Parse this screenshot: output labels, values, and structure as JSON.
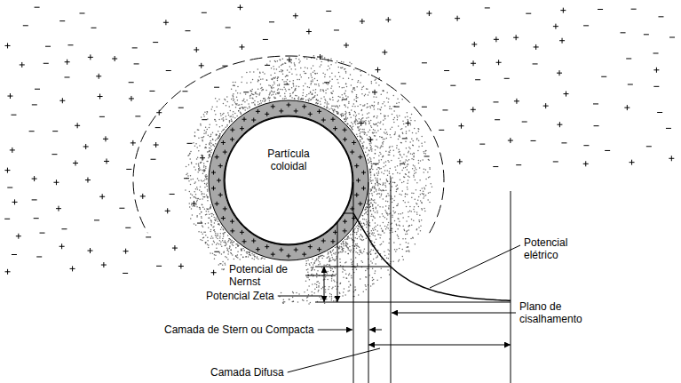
{
  "diagram": {
    "nodes": [
      {
        "text": [
          "Partícula coloidal"
        ]
      }
    ],
    "labels": [
      "Potencial de Nernst",
      "Potencial elétrico",
      "Potencial Zeta",
      "Plano de cisalhamento",
      "Camada de Stern ou Compacta",
      "Camada Difusa"
    ]
  }
}
